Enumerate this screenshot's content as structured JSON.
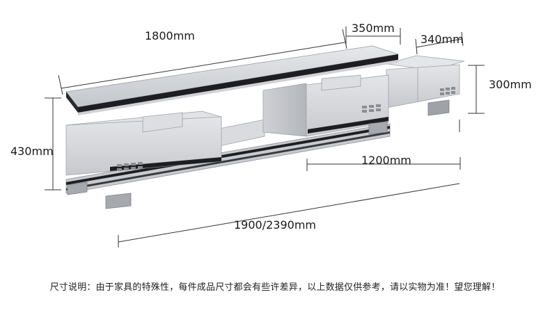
{
  "dimensions": {
    "top_length": "1800mm",
    "top_depth": "350mm",
    "extension_depth": "340mm",
    "extension_height": "300mm",
    "total_height": "430mm",
    "extension_length": "1200mm",
    "total_length": "1900/2390mm"
  },
  "footnote": "尺寸说明：由于家具的特殊性，每件成品尺寸都会有些许差异，以上数据仅供参考，请以实物为准！望您理解！",
  "colors": {
    "cabinet_body": "#d6d8dc",
    "cabinet_shadow": "#b9bcc1",
    "glass_top": "#c9cbd0",
    "edge_dark": "#1e1e22",
    "dimension_line": "#333333"
  }
}
